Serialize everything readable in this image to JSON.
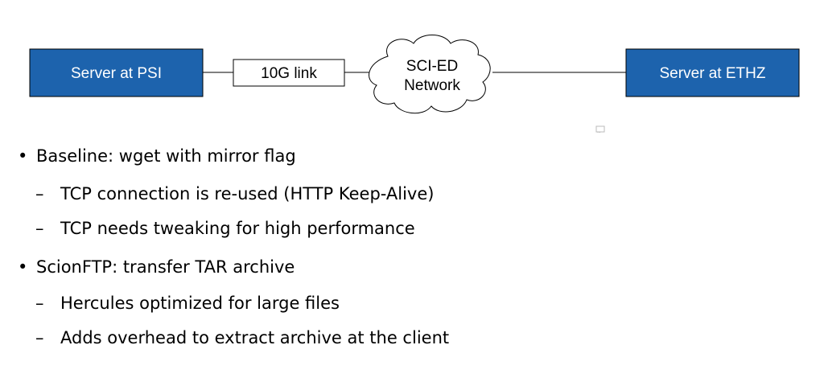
{
  "diagram": {
    "nodes": {
      "psi": "Server at PSI",
      "link": "10G link",
      "network_line1": "SCI-ED",
      "network_line2": "Network",
      "ethz": "Server at ETHZ"
    },
    "colors": {
      "server_fill": "#1d63ad",
      "server_border": "#000000",
      "server_text": "#ffffff",
      "line": "#000000"
    }
  },
  "bullets": [
    {
      "marker": "•",
      "text": "Baseline: wget with mirror flag",
      "subs": [
        {
          "marker": "–",
          "text": "TCP connection is re-used (HTTP Keep-Alive)"
        },
        {
          "marker": "–",
          "text": "TCP needs tweaking for high performance"
        }
      ]
    },
    {
      "marker": "•",
      "text": "ScionFTP: transfer TAR archive",
      "subs": [
        {
          "marker": "–",
          "text": "Hercules optimized for large files"
        },
        {
          "marker": "–",
          "text": "Adds overhead to extract archive at the client"
        }
      ]
    }
  ]
}
